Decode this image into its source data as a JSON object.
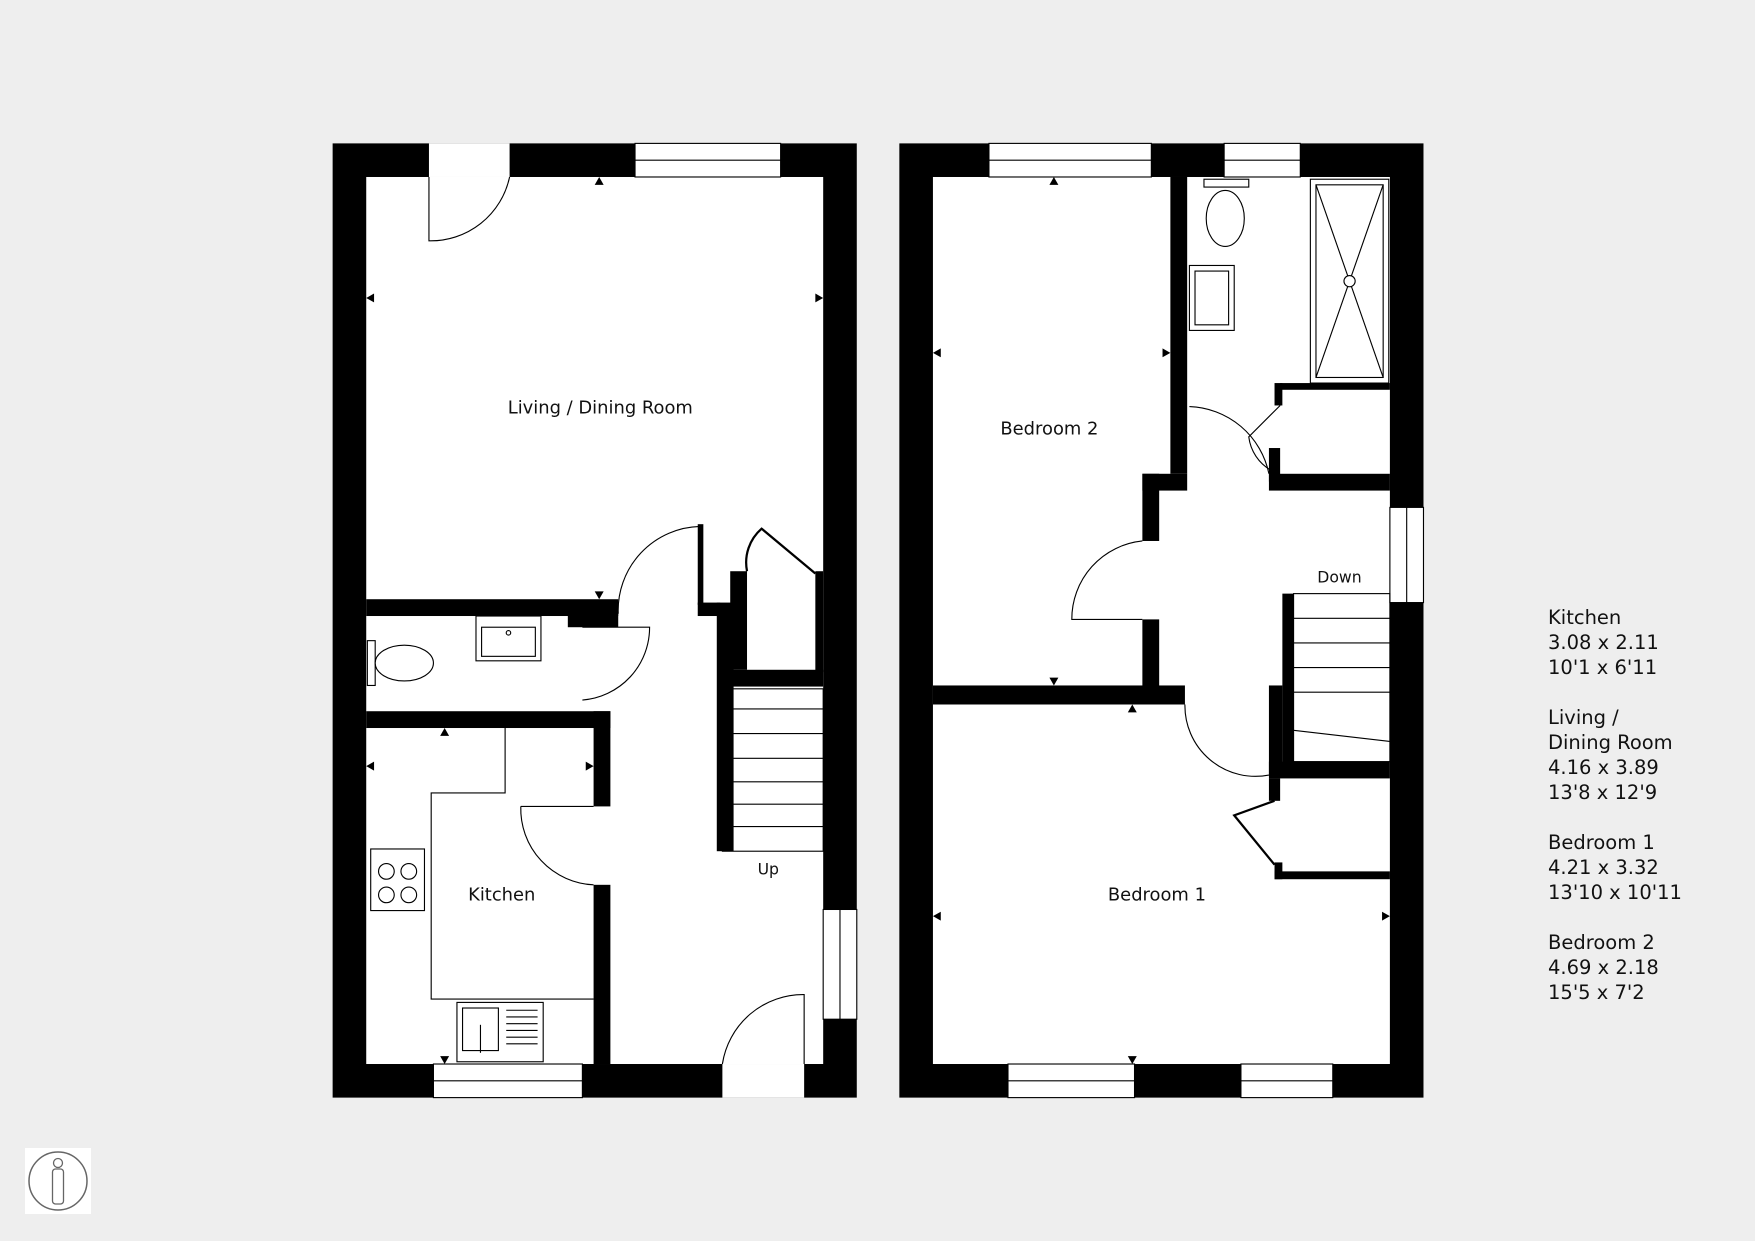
{
  "ground_floor": {
    "rooms": {
      "living": "Living / Dining Room",
      "kitchen": "Kitchen"
    },
    "stairs_label": "Up"
  },
  "first_floor": {
    "rooms": {
      "bedroom1": "Bedroom 1",
      "bedroom2": "Bedroom 2"
    },
    "stairs_label": "Down"
  },
  "legend": [
    {
      "name": "Kitchen",
      "metric": "3.08 x 2.11",
      "imperial": "10'1 x 6'11"
    },
    {
      "name_line1": "Living /",
      "name_line2": "Dining Room",
      "metric": "4.16 x 3.89",
      "imperial": "13'8 x 12'9"
    },
    {
      "name": "Bedroom 1",
      "metric": "4.21 x 3.32",
      "imperial": "13'10 x 10'11"
    },
    {
      "name": "Bedroom 2",
      "metric": "4.69 x 2.18",
      "imperial": "15'5 x 7'2"
    }
  ],
  "colors": {
    "wall": "#000000",
    "background": "#eeeeee",
    "floor": "#ffffff"
  }
}
